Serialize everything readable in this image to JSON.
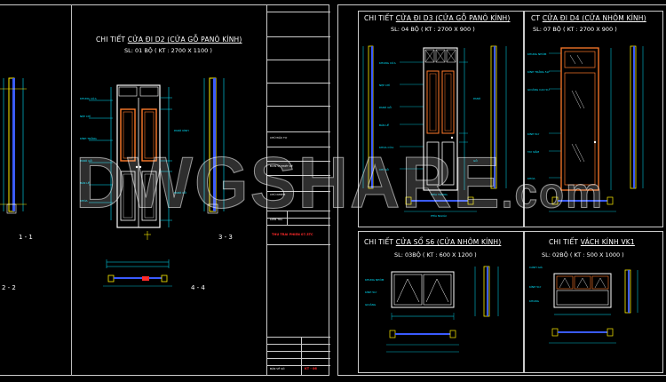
{
  "watermark": {
    "main": "DWGSHARE",
    "suffix": ".com"
  },
  "left_sheet": {
    "title": "CHI TIẾT CỬA ĐI D2 (CỬA GỖ PANÔ KÍNH)",
    "title_prefix": "CHI TIẾT ",
    "title_link": "CỬA ĐI D2 (CỬA GỖ PANÔ KÍNH)",
    "subtitle": "SL: 01 BỘ ( KT : 2700 X 1100 )",
    "section_labels": {
      "s11": "1 - 1",
      "s33": "3 - 3",
      "s22": "2 - 2",
      "s44": "4 - 4"
    }
  },
  "title_block": {
    "red_text": "THU TRAI PHIEN 07.3TC",
    "rows": [
      "CHỦ ĐẦU TƯ",
      "ĐƠN VỊ THIẾT KẾ",
      "CHỦ NHIỆM",
      "KIỂM TRA",
      "BẢN VẼ SỐ"
    ],
    "sheet_code": "KT - 06"
  },
  "right_sheet": {
    "d3": {
      "title_prefix": "CHI TIẾT ",
      "title_link": "CỬA ĐI D3 (CỬA GỖ PANÔ KÍNH)",
      "subtitle": "SL: 04 BỘ ( KT : 2700 X 900 )"
    },
    "d4": {
      "title_prefix": "CT ",
      "title_link": "CỬA ĐI D4 (CỬA NHÔM KÍNH)",
      "subtitle": "SL: 07 BỘ ( KT : 2700 X 900 )"
    },
    "s6": {
      "title_prefix": "CHI TIẾT ",
      "title_link": "CỬA SỔ S6 (CỬA NHÔM KÍNH)",
      "subtitle": "SL: 03BỘ ( KT : 600 X 1200 )"
    },
    "vk1": {
      "title_prefix": "CHI TIẾT ",
      "title_link": "VÁCH KÍNH VK1",
      "subtitle": "SL: 02BỘ ( KT : 500 X 1000 )"
    }
  },
  "colors": {
    "frame": "#cccccc",
    "wood": "#ff7a2a",
    "yellow": "#ffef00",
    "cyan": "#00e5ff",
    "blue": "#3a5bff",
    "red": "#ff2a2a"
  }
}
